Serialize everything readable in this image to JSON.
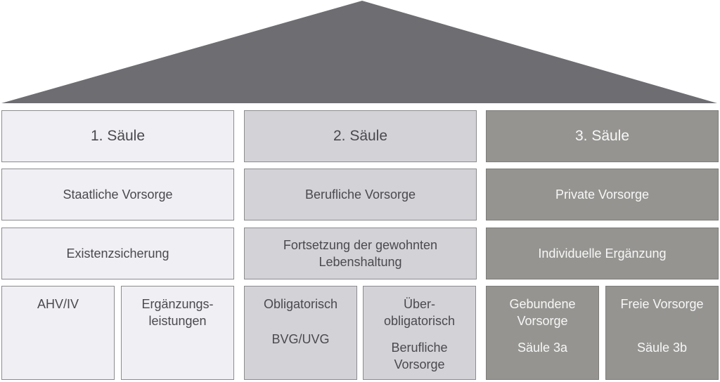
{
  "pillars": [
    {
      "title": "1. Säule",
      "type": "Staatliche Vorsorge",
      "purpose": [
        "Existenzsicherung"
      ],
      "sub": [
        {
          "lines": [
            "AHV/IV"
          ],
          "detail": []
        },
        {
          "lines": [
            "Ergänzungs-",
            "leistungen"
          ],
          "detail": []
        }
      ]
    },
    {
      "title": "2. Säule",
      "type": "Berufliche Vorsorge",
      "purpose": [
        "Fortsetzung der gewohnten",
        "Lebenshaltung"
      ],
      "sub": [
        {
          "lines": [
            "Obligatorisch"
          ],
          "detail": [
            "BVG/UVG"
          ]
        },
        {
          "lines": [
            "Über-",
            "obligatorisch"
          ],
          "detail": [
            "Berufliche",
            "Vorsorge"
          ]
        }
      ]
    },
    {
      "title": "3. Säule",
      "type": "Private Vorsorge",
      "purpose": [
        "Individuelle Ergänzung"
      ],
      "sub": [
        {
          "lines": [
            "Gebundene",
            "Vorsorge"
          ],
          "detail": [
            "Säule 3a"
          ]
        },
        {
          "lines": [
            "Freie Vorsorge"
          ],
          "detail": [
            "Säule 3b"
          ]
        }
      ]
    }
  ],
  "colors": {
    "roof": "#6e6d72",
    "pillar1": "#f0eff3",
    "pillar2": "#d3d2d6",
    "pillar3": "#959491"
  }
}
